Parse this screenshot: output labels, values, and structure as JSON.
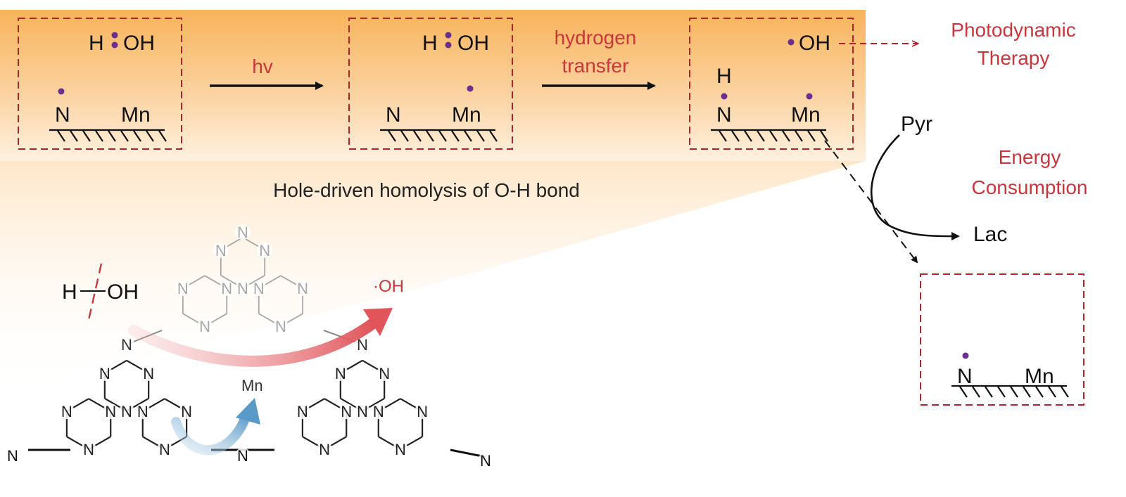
{
  "colors": {
    "box_border": "#b3242a",
    "radical_dot": "#6b2f8f",
    "red_text": "#c8373d",
    "red_arrow": "#e0545a",
    "blue_arrow": "#5a9ac9",
    "orange_top": "#f7b45a",
    "black": "#111111",
    "gray_structure": "#9a9a9a"
  },
  "step1": {
    "h_oh_h": "H",
    "h_oh_oh": "OH",
    "n": "N",
    "mn": "Mn"
  },
  "arrow1": {
    "label": "hv"
  },
  "step2": {
    "h_oh_h": "H",
    "h_oh_oh": "OH",
    "n": "N",
    "mn": "Mn"
  },
  "arrow2": {
    "label_line1": "hydrogen",
    "label_line2": "transfer"
  },
  "step3": {
    "oh": "OH",
    "h": "H",
    "n": "N",
    "mn": "Mn"
  },
  "step4": {
    "n": "N",
    "mn": "Mn"
  },
  "outcomes": {
    "pdt_line1": "Photodynamic",
    "pdt_line2": "Therapy",
    "energy_line1": "Energy",
    "energy_line2": "Consumption"
  },
  "metabolism": {
    "pyr": "Pyr",
    "lac": "Lac"
  },
  "caption": "Hole-driven homolysis of O-H bond",
  "structure": {
    "water_h": "H",
    "water_oh": "OH",
    "radical_oh": "·OH",
    "atom_n": "N",
    "metal": "Mn"
  }
}
